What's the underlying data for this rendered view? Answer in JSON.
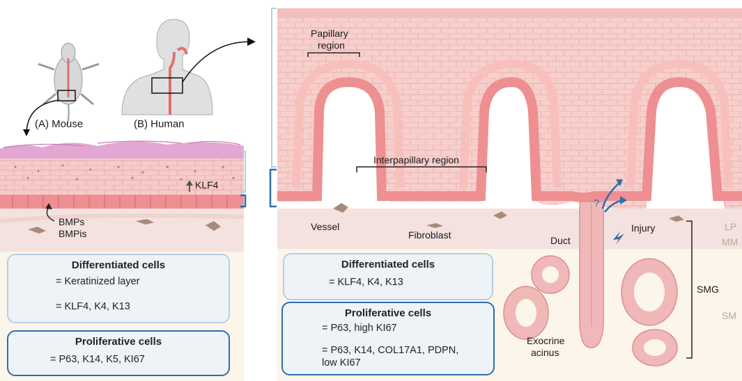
{
  "left": {
    "mouse_label": "(A) Mouse",
    "human_label": "(B) Human",
    "klf4_label": "KLF4",
    "bmps_label": "BMPs",
    "bmpis_label": "BMPis"
  },
  "right": {
    "papillary_label_line1": "Papillary",
    "papillary_label_line2": "region",
    "interpapillary_label": "Interpapillary region",
    "vessel_label": "Vessel",
    "fibroblast_label": "Fibroblast",
    "duct_label": "Duct",
    "injury_label": "Injury",
    "question_mark": "?",
    "lp_label": "LP",
    "mm_label": "MM",
    "smg_label": "SMG",
    "sm_label": "SM",
    "exocrine_line1": "Exocrine",
    "exocrine_line2": "acinus"
  },
  "legend_mouse": {
    "diff_title": "Differentiated cells",
    "diff_item1": "= Keratinized layer",
    "diff_item2": "= KLF4, K4, K13",
    "prol_title": "Proliferative cells",
    "prol_item1": "= P63, K14, K5, KI67"
  },
  "legend_human": {
    "diff_title": "Differentiated cells",
    "diff_item1": "= KLF4, K4, K13",
    "prol_title": "Proliferative cells",
    "prol_item1": "= P63, high KI67",
    "prol_item2_line1": "= P63, K14, COL17A1, PDPN,",
    "prol_item2_line2": "low KI67"
  },
  "colors": {
    "epithelium": "#f6c9c6",
    "basal_cell": "#ee8f92",
    "stroma": "#f3e2df",
    "submucosa": "#fbf5ea",
    "bracket_light": "#b7cde4",
    "bracket_dark": "#2f6da8",
    "keratin": "#d98cc4"
  }
}
